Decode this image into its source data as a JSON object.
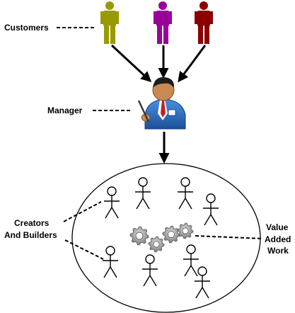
{
  "labels": {
    "customers": "Customers",
    "manager": "Manager",
    "creators_line1": "Creators",
    "creators_line2": "And Builders",
    "value_line1": "Value",
    "value_line2": "Added",
    "value_line3": "Work"
  },
  "customers": [
    {
      "color": "#999900"
    },
    {
      "color": "#990099"
    },
    {
      "color": "#8b0000"
    }
  ],
  "colors": {
    "manager_suit": "#2a73c9",
    "manager_skin": "#c88a55",
    "gear": "#8c8c8c",
    "line": "#000000"
  },
  "icons": {
    "customer": "person-icon",
    "manager": "manager-icon",
    "worker": "stick-figure-icon",
    "work": "gears-icon"
  }
}
